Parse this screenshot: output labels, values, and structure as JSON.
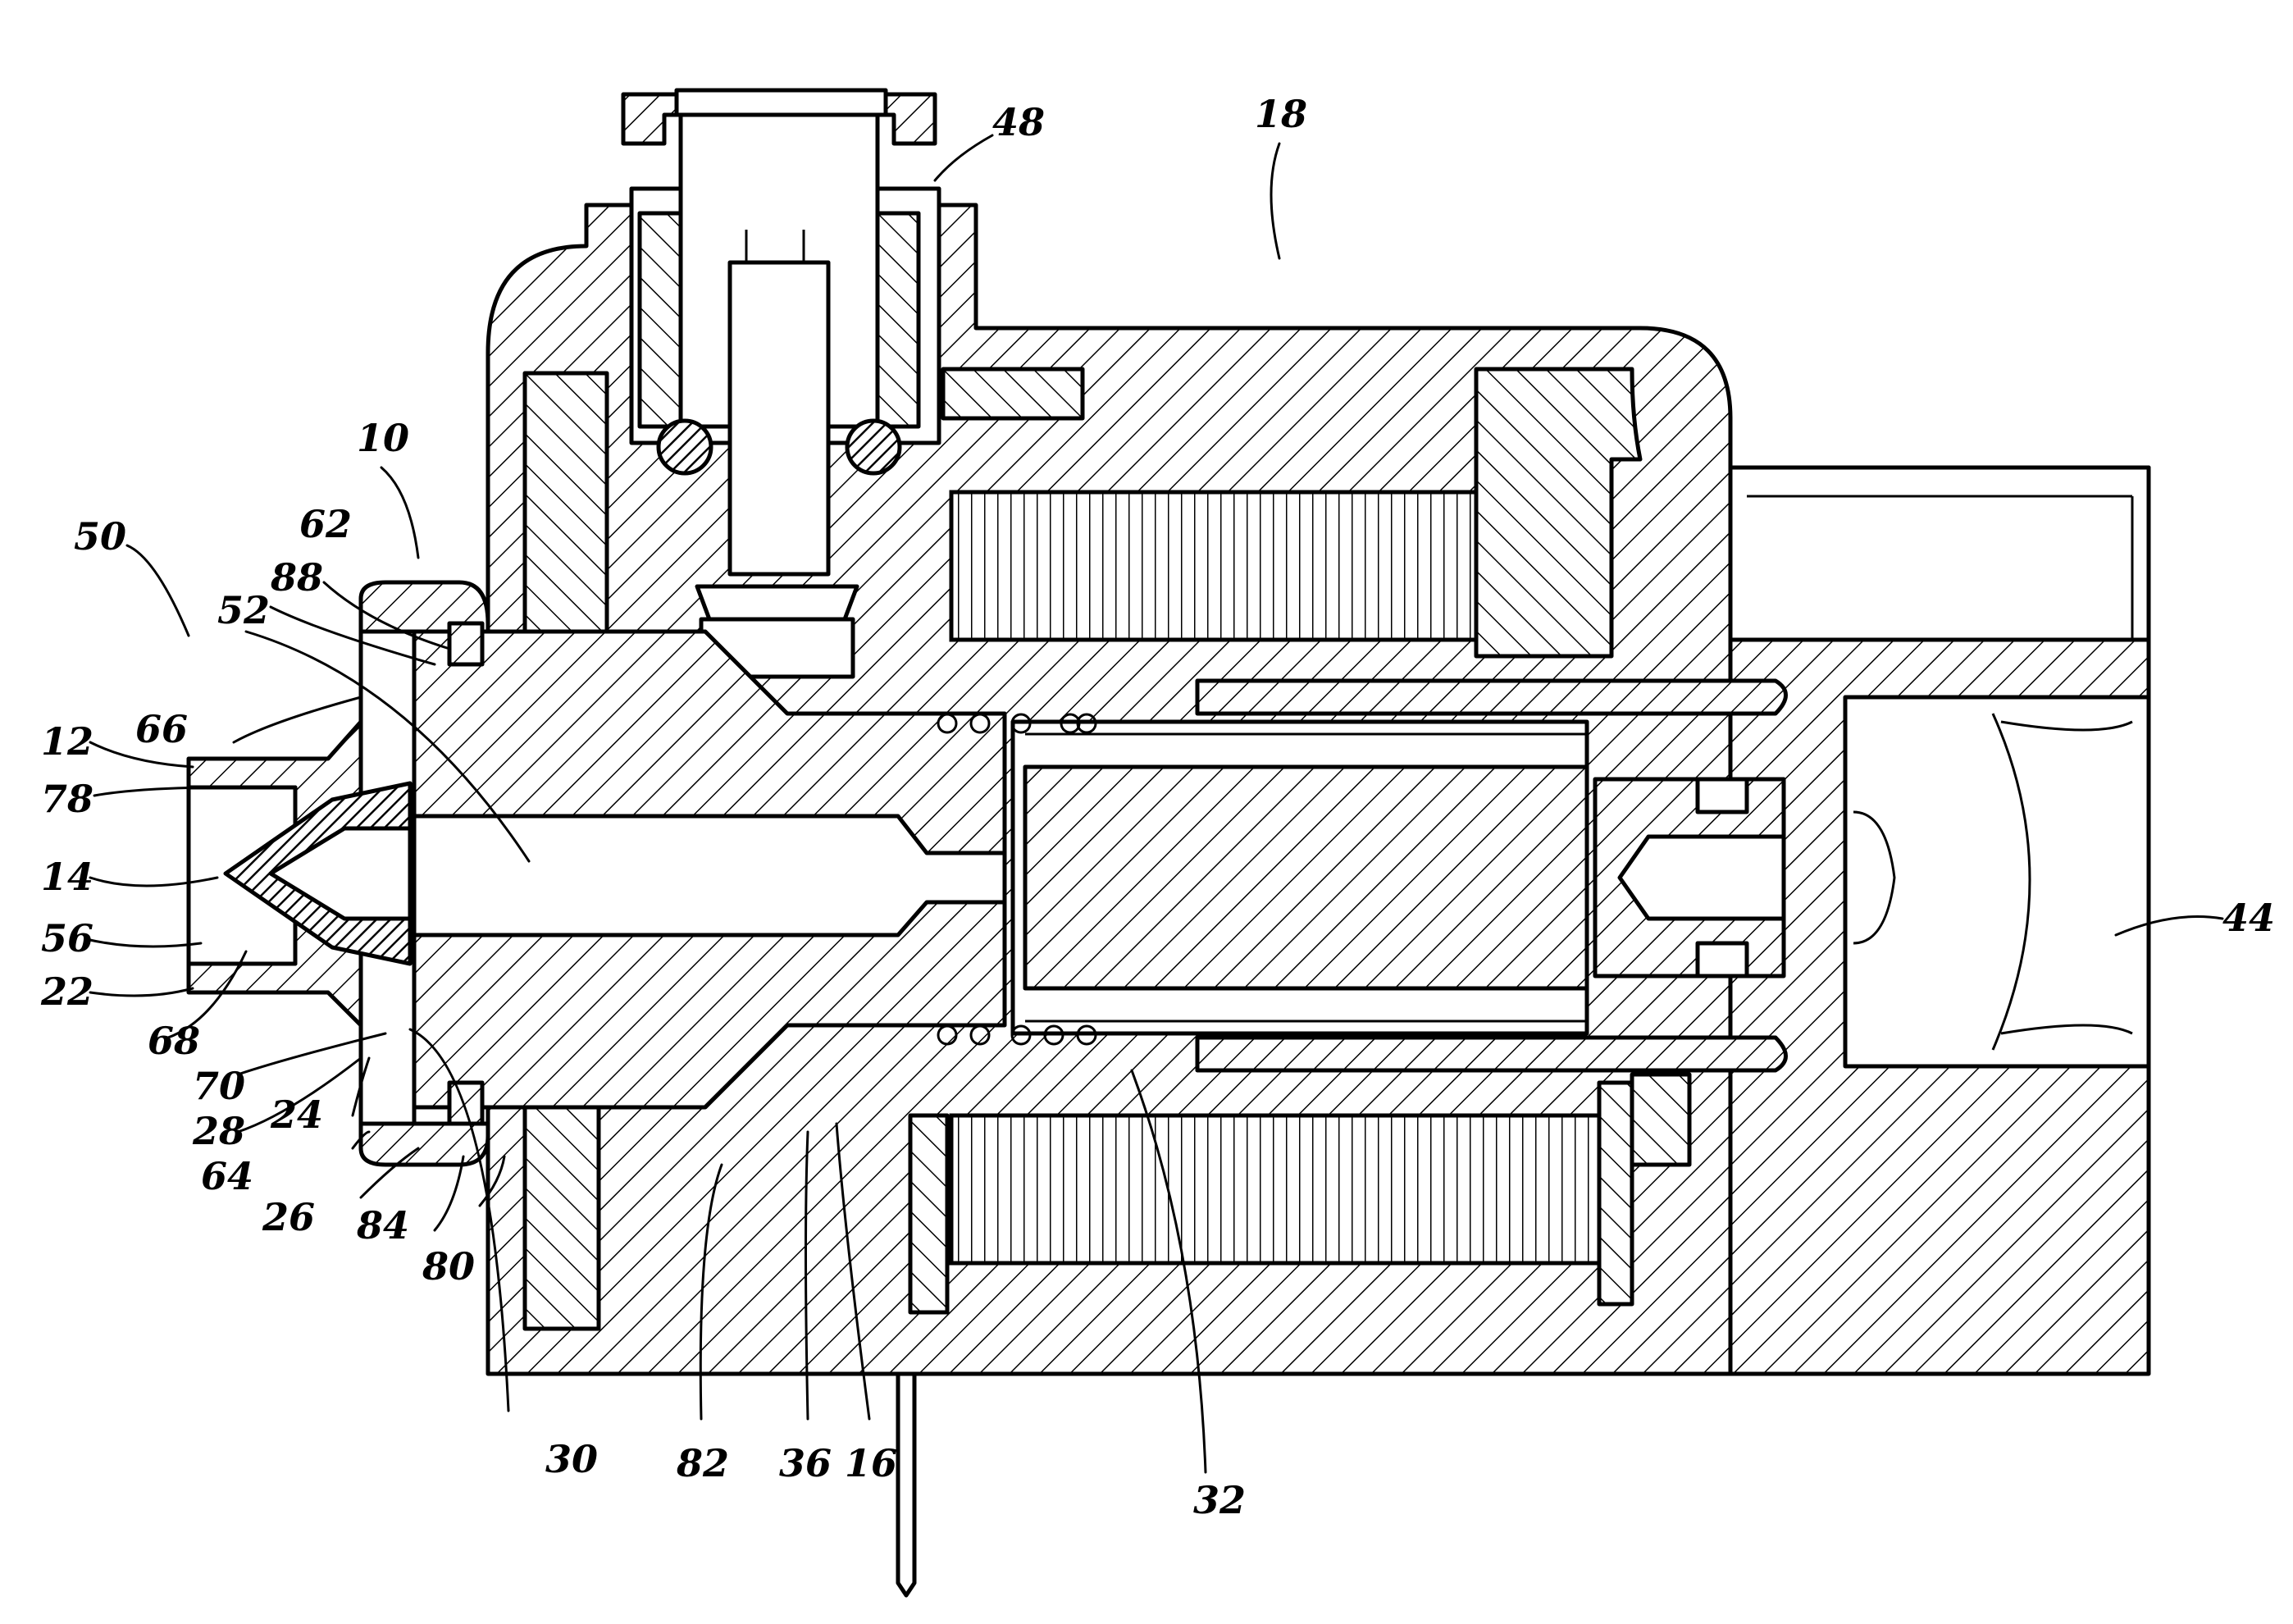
{
  "figure": {
    "labels": [
      {
        "id": "ref-10",
        "text": "10"
      },
      {
        "id": "ref-12",
        "text": "12"
      },
      {
        "id": "ref-14",
        "text": "14"
      },
      {
        "id": "ref-16",
        "text": "16"
      },
      {
        "id": "ref-18",
        "text": "18"
      },
      {
        "id": "ref-22",
        "text": "22"
      },
      {
        "id": "ref-24",
        "text": "24"
      },
      {
        "id": "ref-26",
        "text": "26"
      },
      {
        "id": "ref-28",
        "text": "28"
      },
      {
        "id": "ref-30",
        "text": "30"
      },
      {
        "id": "ref-32",
        "text": "32"
      },
      {
        "id": "ref-36",
        "text": "36"
      },
      {
        "id": "ref-44",
        "text": "44"
      },
      {
        "id": "ref-48",
        "text": "48"
      },
      {
        "id": "ref-50",
        "text": "50"
      },
      {
        "id": "ref-52",
        "text": "52"
      },
      {
        "id": "ref-56",
        "text": "56"
      },
      {
        "id": "ref-62",
        "text": "62"
      },
      {
        "id": "ref-64",
        "text": "64"
      },
      {
        "id": "ref-66",
        "text": "66"
      },
      {
        "id": "ref-68",
        "text": "68"
      },
      {
        "id": "ref-70",
        "text": "70"
      },
      {
        "id": "ref-78",
        "text": "78"
      },
      {
        "id": "ref-80",
        "text": "80"
      },
      {
        "id": "ref-82",
        "text": "82"
      },
      {
        "id": "ref-84",
        "text": "84"
      },
      {
        "id": "ref-88",
        "text": "88"
      }
    ]
  }
}
